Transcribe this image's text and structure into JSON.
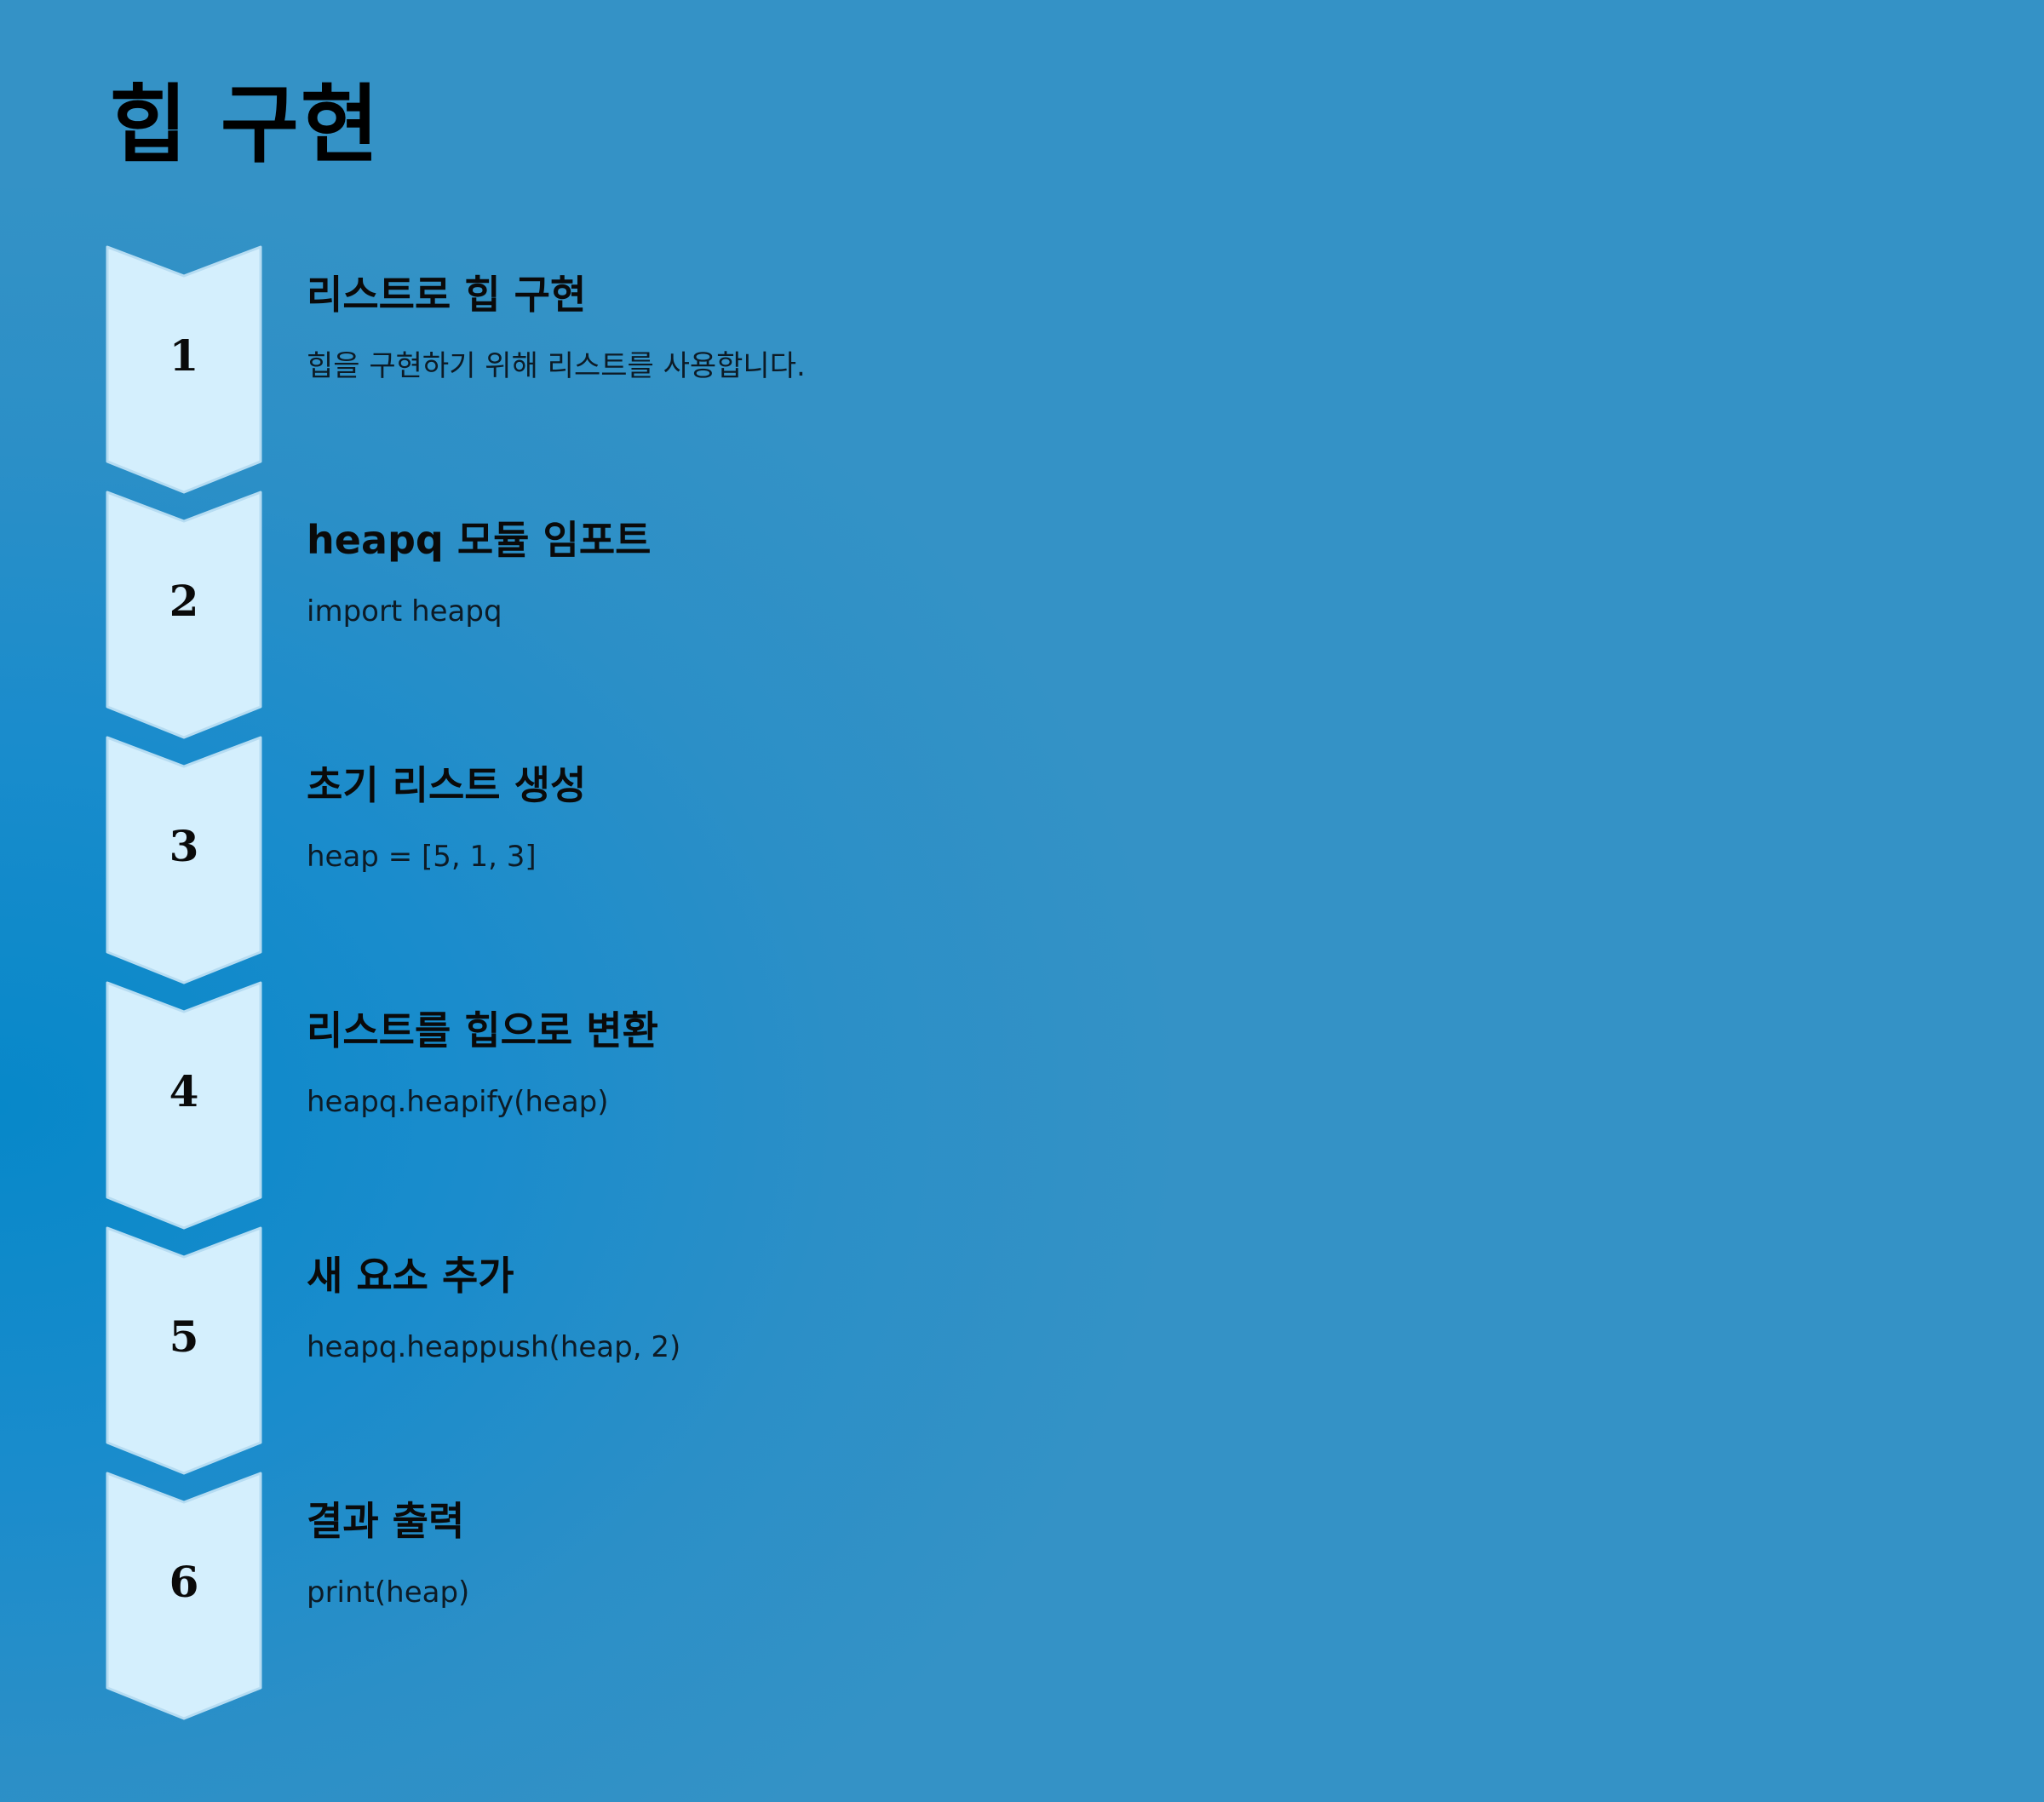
{
  "title": "힙 구현",
  "colors": {
    "chevron_fill": "#d4effd",
    "chevron_stroke": "#b6dcf2",
    "background_center": "#0788c9",
    "background_edge": "#3492c6"
  },
  "steps": [
    {
      "number": "1",
      "title": "리스트로 힙 구현",
      "description": "힙을 구현하기 위해 리스트를 사용합니다."
    },
    {
      "number": "2",
      "title": "heapq 모듈 임포트",
      "description": "import heapq"
    },
    {
      "number": "3",
      "title": "초기 리스트 생성",
      "description": "heap = [5, 1, 3]"
    },
    {
      "number": "4",
      "title": "리스트를 힙으로 변환",
      "description": "heapq.heapify(heap)"
    },
    {
      "number": "5",
      "title": "새 요소 추가",
      "description": "heapq.heappush(heap, 2)"
    },
    {
      "number": "6",
      "title": "결과 출력",
      "description": "print(heap)"
    }
  ]
}
